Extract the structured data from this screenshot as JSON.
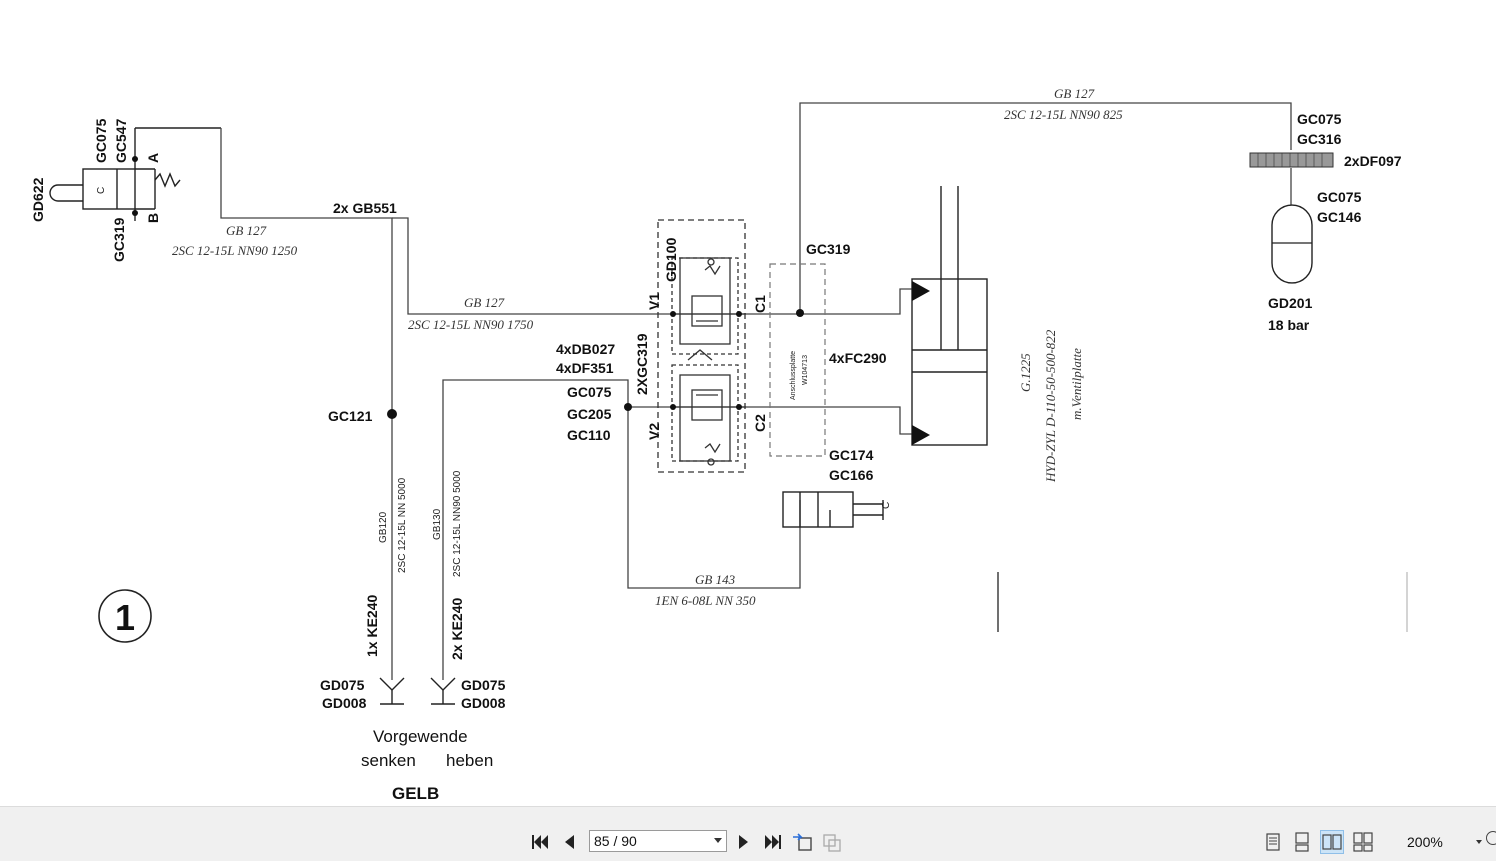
{
  "schematic": {
    "label_gd622": "GD622",
    "label_gc075_top": "GC075",
    "label_gc547": "GC547",
    "label_port_a": "A",
    "label_port_b": "B",
    "label_gc319_left": "GC319",
    "label_valve_c": "C",
    "label_2xgb551": "2x GB551",
    "hose1_top": "GB 127",
    "hose1_bottom": "2SC 12-15L NN90 1250",
    "hose2_top": "GB 127",
    "hose2_bottom": "2SC 12-15L NN90 1750",
    "hose3_top": "GB 127",
    "hose3_bottom": "2SC 12-15L NN90 825",
    "hose4_top": "GB 143",
    "hose4_bottom": "1EN 6-08L NN 350",
    "hose_v1": "GB120",
    "hose_v1b": "2SC 12-15L NN 5000",
    "hose_v2": "GB130",
    "hose_v2b": "2SC 12-15L NN90 5000",
    "label_gc121": "GC121",
    "label_1xke240": "1x KE240",
    "label_2xke240": "2x KE240",
    "label_gd075_l": "GD075",
    "label_gd008_l": "GD008",
    "label_gd075_r": "GD075",
    "label_gd008_r": "GD008",
    "caption_line1": "Vorgewende",
    "caption_senken": "senken",
    "caption_heben": "heben",
    "caption_color": "GELB",
    "circle_number": "1",
    "label_4xdb027": "4xDB027",
    "label_4xdf351": "4xDF351",
    "label_gc075_mid": "GC075",
    "label_gc205": "GC205",
    "label_gc110": "GC110",
    "label_2xgc319": "2XGC319",
    "label_gd100": "GD100",
    "label_v1": "V1",
    "label_v2": "V2",
    "label_c1": "C1",
    "label_c2": "C2",
    "label_gc319_mid": "GC319",
    "label_4xfc290": "4xFC290",
    "label_anschluss": "Anschlussplatte",
    "label_anschluss2": "W104713",
    "label_gc174": "GC174",
    "label_gc166": "GC166",
    "label_valve2_c": "C",
    "cyl_line1": "G.1225",
    "cyl_line2": "HYD-ZYL D-110-50-500-822",
    "cyl_line3": "m.Ventilplatte",
    "label_gc075_r1": "GC075",
    "label_gc316": "GC316",
    "label_2xdf097": "2xDF097",
    "label_gc075_r2": "GC075",
    "label_gc146": "GC146",
    "label_gd201": "GD201",
    "label_18bar": "18 bar"
  },
  "toolbar": {
    "page_value": "85 / 90",
    "zoom_value": "200%",
    "buttons": [
      "first-page",
      "previous-page",
      "next-page",
      "last-page",
      "previous-view",
      "next-view"
    ],
    "view_modes": [
      "single-page",
      "continuous",
      "two-page",
      "two-page-continuous"
    ]
  },
  "colors": {
    "toolbar_bg": "#f0f0f0",
    "active_view_bg": "#cce4f7",
    "scrollbar": "#8a8a8a"
  }
}
